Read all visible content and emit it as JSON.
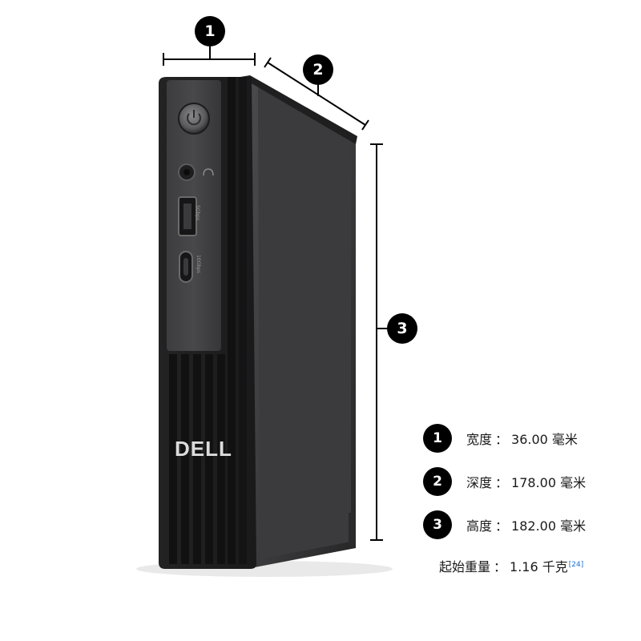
{
  "callouts": {
    "width_marker": "1",
    "depth_marker": "2",
    "height_marker": "3"
  },
  "brand": {
    "logo_text": "DELL",
    "port_label_usb_a": "5Gbps",
    "port_label_usb_c": "10Gbps"
  },
  "specs": [
    {
      "marker": "1",
      "label": "宽度",
      "value": "36.00 毫米"
    },
    {
      "marker": "2",
      "label": "深度",
      "value": "178.00 毫米"
    },
    {
      "marker": "3",
      "label": "高度",
      "value": "182.00 毫米"
    }
  ],
  "weight": {
    "label": "起始重量",
    "value": "1.16 千克",
    "footnote": "[24]"
  },
  "colors": {
    "chassis": "#2b2b2c",
    "badge": "#000000",
    "footnote_link": "#1a6fd6"
  }
}
